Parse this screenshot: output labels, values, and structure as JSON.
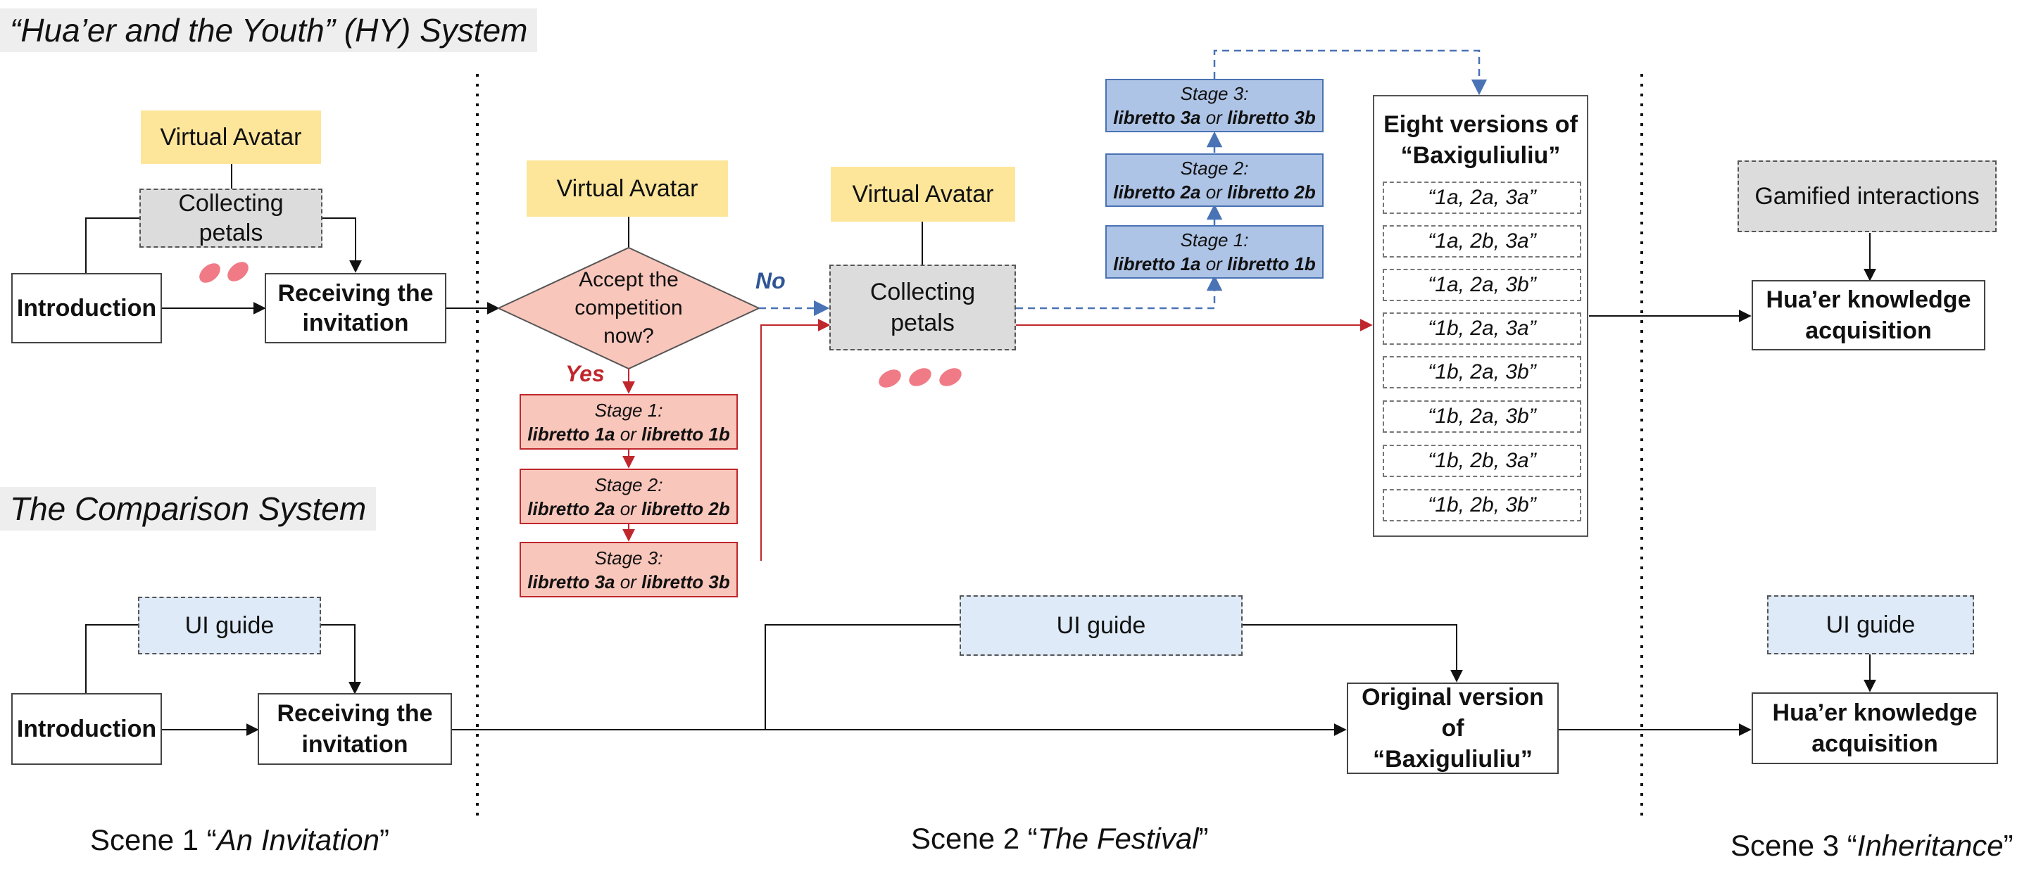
{
  "titles": {
    "hy_system": "“Hua’er and the Youth” (HY) System",
    "comparison_system": "The Comparison System"
  },
  "hy": {
    "avatar1": "Virtual Avatar",
    "collecting1_line1": "Collecting",
    "collecting1_line2": "petals",
    "introduction": "Introduction",
    "receiving_line1": "Receiving the",
    "receiving_line2": "invitation",
    "avatar2": "Virtual Avatar",
    "decision_line1": "Accept the",
    "decision_line2": "competition",
    "decision_line3": "now?",
    "no_label": "No",
    "yes_label": "Yes",
    "red_stages": [
      {
        "title": "Stage 1:",
        "a": "libretto 1a",
        "or": " or ",
        "b": "libretto 1b"
      },
      {
        "title": "Stage 2:",
        "a": "libretto 2a",
        "or": " or ",
        "b": "libretto 2b"
      },
      {
        "title": "Stage 3:",
        "a": "libretto 3a",
        "or": " or ",
        "b": "libretto 3b"
      }
    ],
    "avatar3": "Virtual Avatar",
    "collecting2_line1": "Collecting",
    "collecting2_line2": "petals",
    "blue_stages": [
      {
        "title": "Stage 3:",
        "a": "libretto 3a",
        "or": " or ",
        "b": "libretto 3b"
      },
      {
        "title": "Stage 2:",
        "a": "libretto 2a",
        "or": " or ",
        "b": "libretto 2b"
      },
      {
        "title": "Stage 1:",
        "a": "libretto 1a",
        "or": " or ",
        "b": "libretto 1b"
      }
    ],
    "versions_title_line1": "Eight versions of",
    "versions_title_line2": "“Baxiguliuliu”",
    "versions": [
      "“1a, 2a, 3a”",
      "“1a, 2b, 3a”",
      "“1a, 2a, 3b”",
      "“1b, 2a, 3a”",
      "“1b, 2a, 3b”",
      "“1b, 2a, 3b”",
      "“1b, 2b, 3a”",
      "“1b, 2b, 3b”"
    ],
    "gamified": "Gamified interactions",
    "knowledge_line1": "Hua’er knowledge",
    "knowledge_line2": "acquisition"
  },
  "comparison": {
    "ui_guide1": "UI guide",
    "introduction": "Introduction",
    "receiving_line1": "Receiving the",
    "receiving_line2": "invitation",
    "ui_guide2": "UI guide",
    "original_line1": "Original version of",
    "original_line2": "“Baxiguliuliu”",
    "ui_guide3": "UI guide",
    "knowledge_line1": "Hua’er knowledge",
    "knowledge_line2": "acquisition"
  },
  "scenes": [
    {
      "prefix": "Scene 1 “",
      "name": "An Invitation",
      "suffix": "”"
    },
    {
      "prefix": "Scene 2 “",
      "name": "The Festival",
      "suffix": "”"
    },
    {
      "prefix": "Scene 3 “",
      "name": "Inheritance",
      "suffix": "”"
    }
  ],
  "colors": {
    "avatar_fill": "#fde69a",
    "petal_box_fill": "#dcdcdc",
    "red_stage_fill": "#f9c6bb",
    "red_line": "#c0272d",
    "blue_stage_fill": "#aec4e6",
    "blue_line": "#4a73b5",
    "ui_guide_fill": "#deeaf7",
    "petal_color": "#f07b86"
  }
}
